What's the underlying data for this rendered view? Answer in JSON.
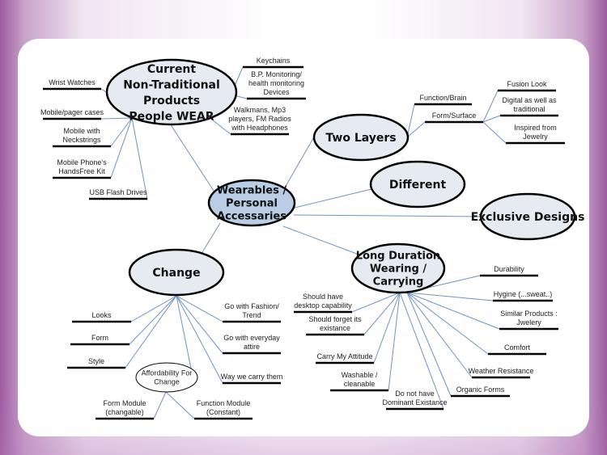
{
  "center": {
    "lines": [
      "Wearables /",
      "Personal",
      "Accessaries"
    ],
    "fill": "#b9cde5"
  },
  "node_fill": "#e6ebf2",
  "link_color": "#6f93c4",
  "nodes": {
    "current": {
      "lines": [
        "Current",
        "Non-Traditional",
        "Products",
        "People WEAR"
      ],
      "leaves": [
        {
          "lines": [
            "Wrist Watches"
          ]
        },
        {
          "lines": [
            "Mobile/pager cases"
          ]
        },
        {
          "lines": [
            "Mobile with",
            "Neckstrings"
          ]
        },
        {
          "lines": [
            "Mobile Phone's",
            "HandsFree Kit"
          ]
        },
        {
          "lines": [
            "USB Flash Drives"
          ]
        },
        {
          "lines": [
            "Keychains"
          ]
        },
        {
          "lines": [
            "B.P. Monitoring/",
            "health monitoring",
            "Devices"
          ]
        },
        {
          "lines": [
            "Walkmans, Mp3",
            "players, FM Radios",
            "with Headphones"
          ]
        }
      ]
    },
    "two_layers": {
      "lines": [
        "Two Layers"
      ],
      "leaves": [
        {
          "lines": [
            "Function/Brain"
          ]
        },
        {
          "lines": [
            "Form/Surface"
          ]
        },
        {
          "lines": [
            "Fusion Look"
          ]
        },
        {
          "lines": [
            "Digital as well as",
            "traditional"
          ]
        },
        {
          "lines": [
            "Inspired from",
            "Jewelry"
          ]
        }
      ]
    },
    "different": {
      "lines": [
        "Different"
      ],
      "leaves": []
    },
    "exclusive": {
      "lines": [
        "Exclusive Designs"
      ],
      "leaves": []
    },
    "long_duration": {
      "lines": [
        "Long Duration",
        "Wearing /",
        "Carrying"
      ],
      "leaves": [
        {
          "lines": [
            "Durability"
          ]
        },
        {
          "lines": [
            "Hygine (...sweat..)"
          ]
        },
        {
          "lines": [
            "Similar Products :",
            "Jwelery"
          ]
        },
        {
          "lines": [
            "Comfort"
          ]
        },
        {
          "lines": [
            "Weather Resistance"
          ]
        },
        {
          "lines": [
            "Organic Forms"
          ]
        },
        {
          "lines": [
            "Do not have",
            "Dominant Existance"
          ]
        },
        {
          "lines": [
            "Washable /",
            "cleanable"
          ]
        },
        {
          "lines": [
            "Carry My Attitude"
          ]
        },
        {
          "lines": [
            "Should forget its",
            "existance"
          ]
        },
        {
          "lines": [
            "Should have",
            "desktop capability"
          ]
        }
      ]
    },
    "change": {
      "lines": [
        "Change"
      ],
      "leaves": [
        {
          "lines": [
            "Looks"
          ]
        },
        {
          "lines": [
            "Form"
          ]
        },
        {
          "lines": [
            "Style"
          ]
        },
        {
          "lines": [
            "Go with Fashion/",
            "Trend"
          ]
        },
        {
          "lines": [
            "Go with everyday",
            "attire"
          ]
        },
        {
          "lines": [
            "Way we carry them"
          ]
        }
      ]
    },
    "affordability": {
      "lines": [
        "Affordability For",
        "Change"
      ],
      "leaves": [
        {
          "lines": [
            "Form Module",
            "(changable)"
          ]
        },
        {
          "lines": [
            "Function Module",
            "(Constant)"
          ]
        }
      ]
    }
  }
}
